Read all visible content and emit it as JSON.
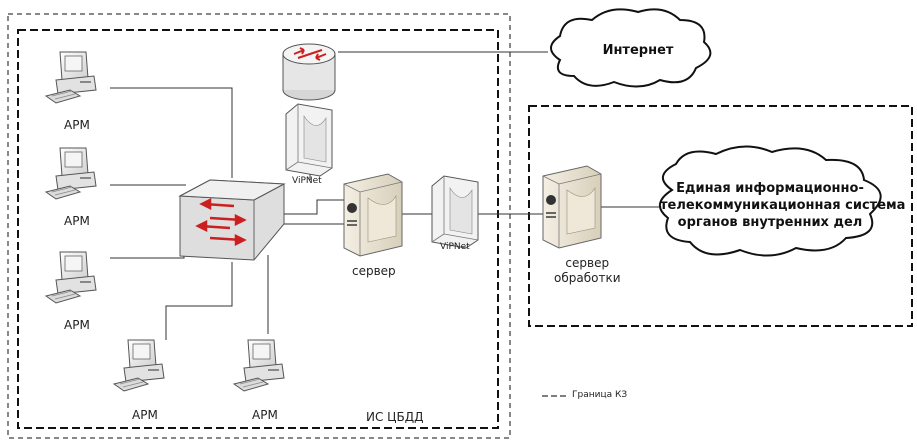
{
  "labels": {
    "internet": "Интернет",
    "external_system_line1": "Единая информационно-",
    "external_system_line2": "телекоммуникационная система",
    "external_system_line3": "органов внутренних дел",
    "workstation": "АРМ",
    "vipnet_top": "ViPNet",
    "vipnet_mid": "ViPNet",
    "server": "сервер",
    "processing_server_line1": "сервер",
    "processing_server_line2": "обработки",
    "system_name": "ИС ЦБДД",
    "legend": "Граница КЗ"
  },
  "colors": {
    "line": "#333333",
    "border": "#111111",
    "device_face": "#e8e8e8",
    "device_edge": "#555555",
    "arrow": "#cc1f1f",
    "server_tan": "#e6dfcf"
  }
}
